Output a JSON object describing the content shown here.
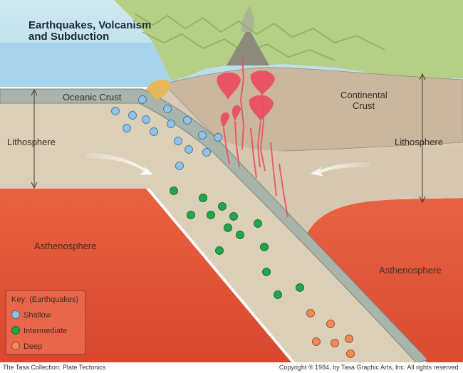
{
  "title": {
    "line1": "Earthquakes, Volcanism",
    "line2": "and Subduction"
  },
  "labels": {
    "oceanic_crust": "Oceanic Crust",
    "continental_crust_line1": "Continental",
    "continental_crust_line2": "Crust",
    "lithosphere_left": "Lithosphere",
    "lithosphere_right": "Lithosphere",
    "asthenosphere_left": "Asthenosphere",
    "asthenosphere_right": "Asthenosphere"
  },
  "key": {
    "heading": "Key: (Earthquakes)",
    "items": [
      {
        "label": "Shallow",
        "color": "#8fc2e6"
      },
      {
        "label": "Intermediate",
        "color": "#1fa84a"
      },
      {
        "label": "Deep",
        "color": "#ee8a5a"
      }
    ]
  },
  "footer": {
    "left": "The Tasa Collection: Plate Tectonics",
    "right": "Copyright ® 1984, by Tasa Graphic Arts, Inc. All rights reserved."
  },
  "colors": {
    "sea": "#a9d6ee",
    "sky": "#d6ecef",
    "land": "#b7cf8a",
    "crust": "#c8b49e",
    "lithosphere": "#d8c9b2",
    "asthenosphere": "#e0573a",
    "slab": "#d9cdb6",
    "slab_edge": "#8e9a92",
    "magma": "#e8455a"
  }
}
